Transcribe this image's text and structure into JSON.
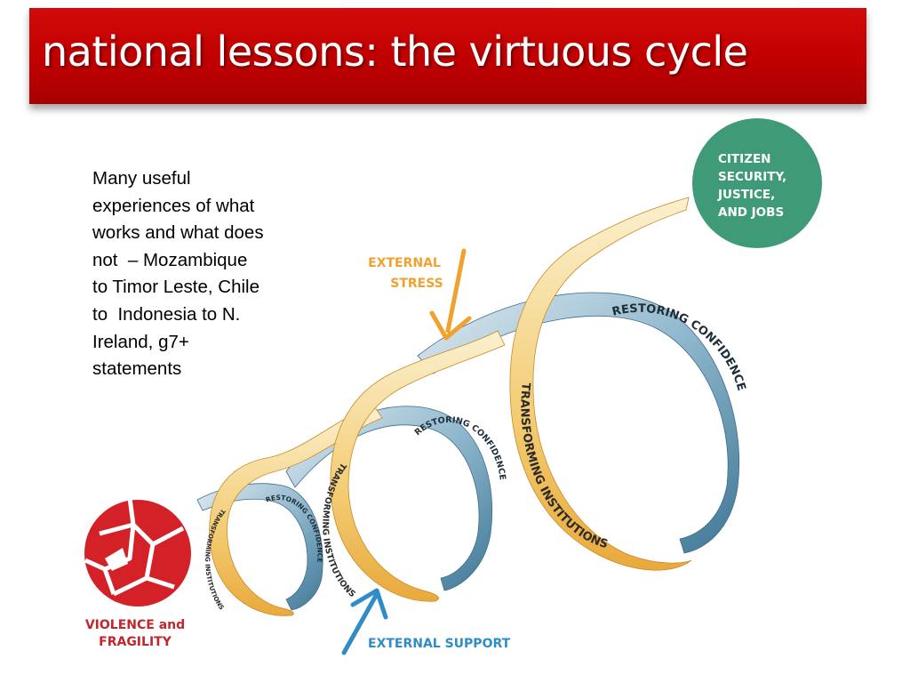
{
  "slide": {
    "title": "national lessons: the virtuous cycle",
    "body_lines": [
      "Many useful",
      "experiences of what",
      "works and what does",
      "not  – Mozambique",
      "to Timor Leste, Chile",
      "to  Indonesia to N.",
      "Ireland, g7+",
      "statements"
    ]
  },
  "diagram": {
    "start_label": [
      "VIOLENCE and",
      "FRAGILITY"
    ],
    "end_label": [
      "CITIZEN",
      "SECURITY,",
      "JUSTICE,",
      "AND JOBS"
    ],
    "external_stress": [
      "EXTERNAL",
      "STRESS"
    ],
    "external_support": "EXTERNAL SUPPORT",
    "loops": [
      {
        "front_label": "TRANSFORMING INSTITUTIONS",
        "back_label": "RESTORING CONFIDENCE"
      },
      {
        "front_label": "TRANSFORMING INSTITUTIONS",
        "back_label": "RESTORING CONFIDENCE"
      },
      {
        "front_label": "TRANSFORMING INSTITUTIONS",
        "back_label": "RESTORING CONFIDENCE"
      }
    ]
  },
  "colors": {
    "title_bar": "#c00000",
    "violence_red": "#d42027",
    "citizen_green": "#3f9a78",
    "arrow_orange": "#f0a22e",
    "arrow_blue": "#2f8cc6",
    "ribbon_gold": "#f2c567",
    "ribbon_blue": "#5d96b6"
  }
}
